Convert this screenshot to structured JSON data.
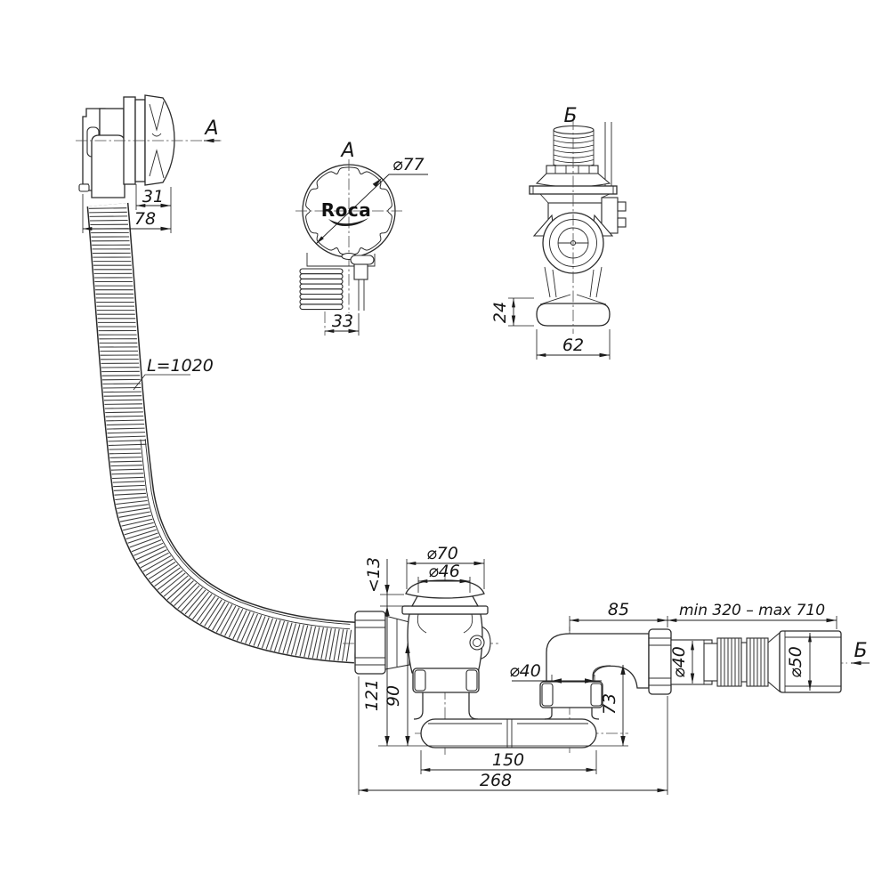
{
  "drawing": {
    "background_color": "#ffffff",
    "line_color": "#2b2b2b",
    "brand": {
      "logo_text": "Roca"
    },
    "view_markers": {
      "a_label": "A",
      "b_label": "Б"
    },
    "view_titles": {
      "a": "A",
      "b": "Б"
    },
    "dims": {
      "head_depth": "31",
      "head_total": "78",
      "hose_length": "L=1020",
      "knob_dia": "⌀77",
      "cable_offset": "33",
      "elbow_foot_height": "24",
      "elbow_foot_width": "62",
      "cap_dia": "⌀70",
      "cap_inner_dia": "⌀46",
      "panel_max": "<13",
      "height_total": "121",
      "height_axis": "90",
      "tube_length": "150",
      "total_length": "268",
      "outlet_nut_dia": "⌀40",
      "outlet_drop": "73",
      "outlet_offset": "85",
      "flex_range": "min 320 – max 710",
      "flex_dia": "⌀40",
      "flex_end_dia": "⌀50"
    }
  }
}
